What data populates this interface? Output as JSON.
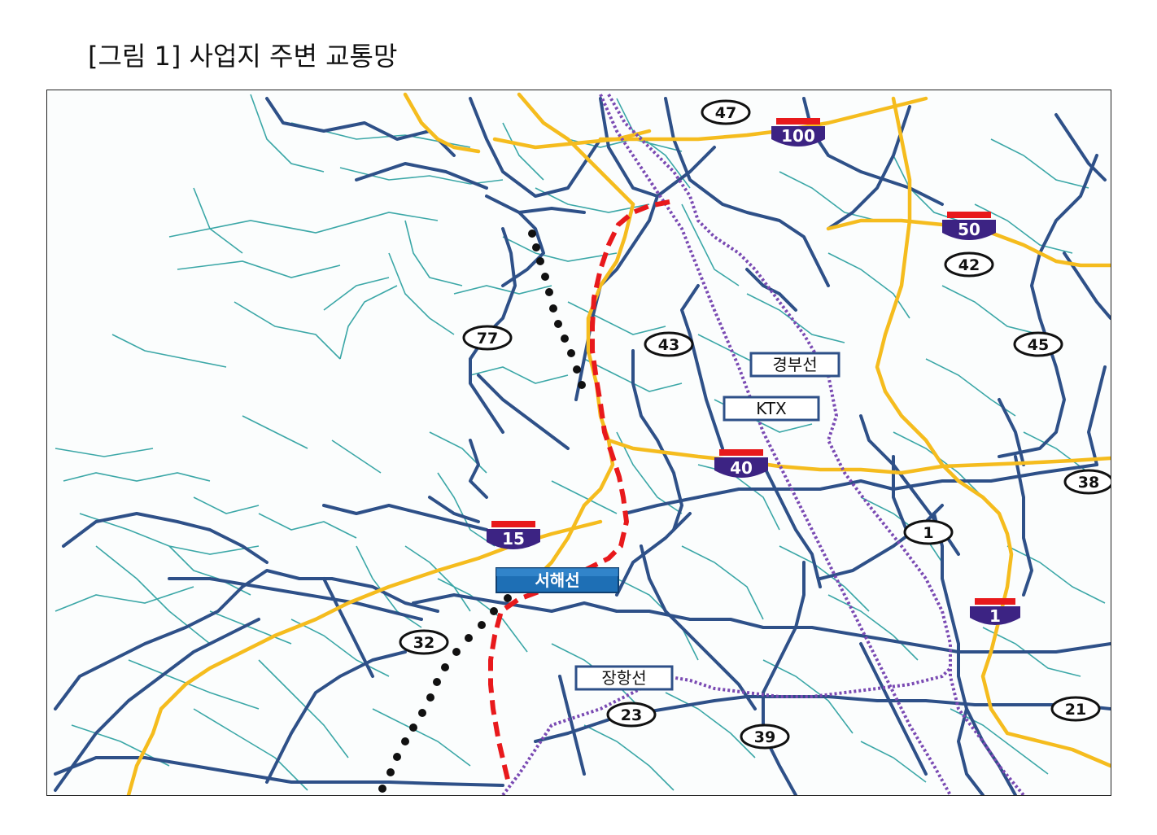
{
  "caption": "[그림 1] 사업지 주변 교통망",
  "map": {
    "colors": {
      "expressway": "#F5BC1E",
      "national_road": "#2E5088",
      "local_road": "#3BA7A7",
      "existing_rail": "#7A4AB3",
      "planned_rail": "#E8191C",
      "planned_route_dots": "#111111",
      "interstate_shield": "#3C2383",
      "interstate_banner": "#E8191C"
    },
    "rail_labels": {
      "gyeongbu": "경부선",
      "ktx": "KTX",
      "seohae": "서해선",
      "janghang": "장항선"
    },
    "route_markers": [
      "47",
      "77",
      "43",
      "42",
      "45",
      "38",
      "1",
      "32",
      "23",
      "39",
      "21"
    ],
    "interstate_markers": [
      "100",
      "50",
      "40",
      "15",
      "1"
    ]
  }
}
